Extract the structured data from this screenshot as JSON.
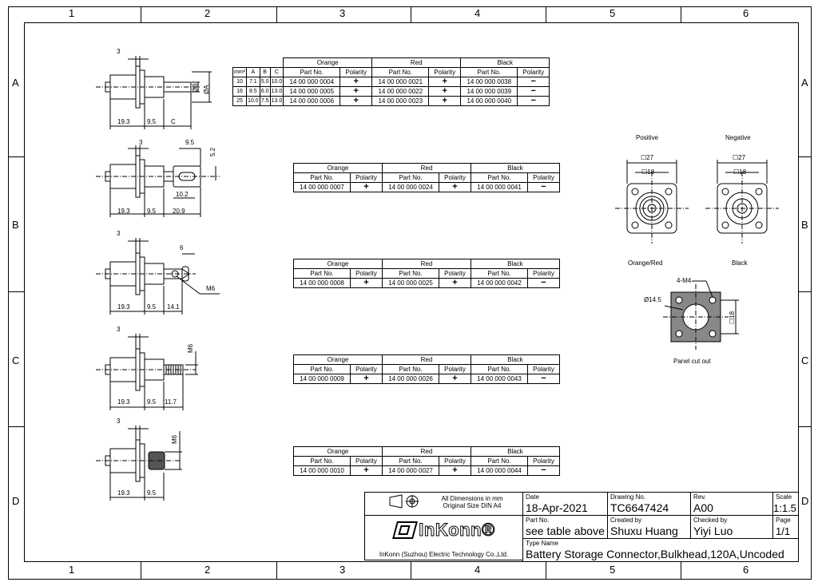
{
  "zones": {
    "columns": [
      "1",
      "2",
      "3",
      "4",
      "5",
      "6"
    ],
    "rows": [
      "A",
      "B",
      "C",
      "D"
    ]
  },
  "dims": {
    "d3": "3",
    "d19_3": "19.3",
    "d9_5": "9.5",
    "dC": "C",
    "dB": "ØB",
    "dA": "ØA",
    "d5_2": "5.2",
    "d10_2": "10.2",
    "d20_9": "20.9",
    "d6": "6",
    "d14_1": "14.1",
    "dM6": "M6",
    "d11_7": "11.7"
  },
  "views": {
    "positive": "Positive",
    "negative": "Negative",
    "sq27": "☐27",
    "sq18": "☐18",
    "orange_red": "Orange/Red",
    "black": "Black",
    "m4": "4-M4",
    "d14_5": "Ø14.5",
    "panel_sq18": "☐18",
    "panel_cutout": "Panel cut out"
  },
  "table_headers": {
    "orange": "Orange",
    "red": "Red",
    "black": "Black",
    "part_no": "Part No.",
    "polarity": "Polarity"
  },
  "dim_table": {
    "headers": [
      "mm²",
      "A",
      "B",
      "C"
    ],
    "rows": [
      [
        "10",
        "7.1",
        "5.0",
        "10.0"
      ],
      [
        "16",
        "8.5",
        "6.0",
        "13.0"
      ],
      [
        "25",
        "10.0",
        "7.5",
        "13.0"
      ]
    ]
  },
  "part_tables": [
    {
      "rows": [
        [
          "14 00 000 0004",
          "+",
          "14 00 000 0021",
          "+",
          "14 00 000 0038",
          "−"
        ],
        [
          "14 00 000 0005",
          "+",
          "14 00 000 0022",
          "+",
          "14 00 000 0039",
          "−"
        ],
        [
          "14 00 000 0006",
          "+",
          "14 00 000 0023",
          "+",
          "14 00 000 0040",
          "−"
        ]
      ]
    },
    {
      "rows": [
        [
          "14 00 000 0007",
          "+",
          "14 00 000 0024",
          "+",
          "14 00 000 0041",
          "−"
        ]
      ]
    },
    {
      "rows": [
        [
          "14 00 000 0008",
          "+",
          "14 00 000 0025",
          "+",
          "14 00 000 0042",
          "−"
        ]
      ]
    },
    {
      "rows": [
        [
          "14 00 000 0009",
          "+",
          "14 00 000 0026",
          "+",
          "14 00 000 0043",
          "−"
        ]
      ]
    },
    {
      "rows": [
        [
          "14 00 000 0010",
          "+",
          "14 00 000 0027",
          "+",
          "14 00 000 0044",
          "−"
        ]
      ]
    }
  ],
  "title_block": {
    "all_dims": "All Dimensions in mm",
    "orig_size": "Original Size DIN A4",
    "date_label": "Date",
    "date": "18-Apr-2021",
    "drawing_label": "Drawing No.",
    "drawing": "TC6647424",
    "rev_label": "Rev.",
    "rev": "A00",
    "scale_label": "Scale",
    "scale": "1:1.5",
    "partno_label": "Part No.",
    "partno": "see table above",
    "created_label": "Created by",
    "created": "Shuxu Huang",
    "checked_label": "Checked by",
    "checked": "Yiyi Luo",
    "page_label": "Page",
    "page": "1/1",
    "brand": "InKonn®",
    "company": "InKonn (Suzhou) Electric Technology Co.,Ltd.",
    "type_label": "Type Name",
    "type_name": "Battery Storage Connector,Bulkhead,120A,Uncoded"
  }
}
